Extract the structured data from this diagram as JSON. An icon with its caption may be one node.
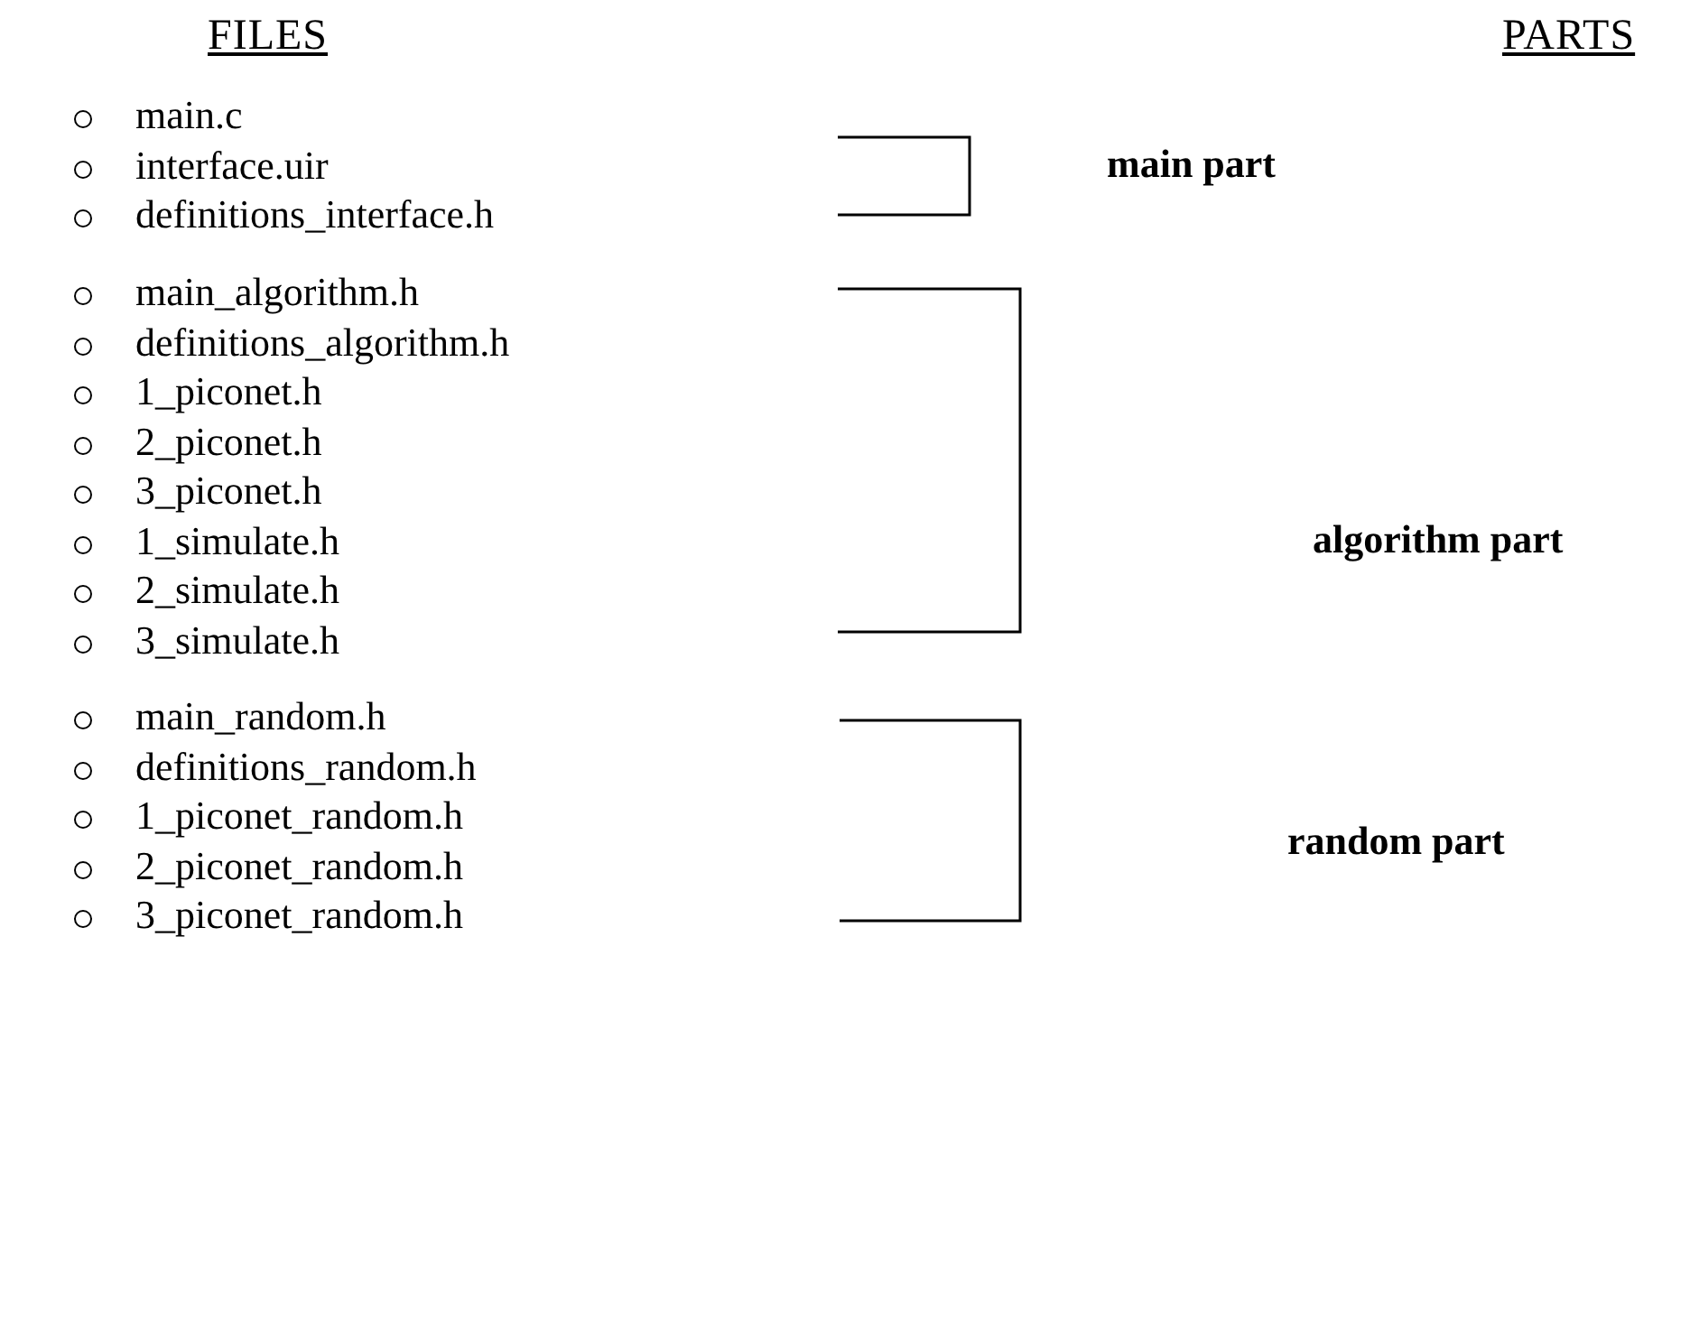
{
  "diagram": {
    "labels": [
      "FILES",
      "PARTS",
      "main.c",
      "interface.uir",
      "definitions_interface.h",
      "main part",
      "main_algorithm.h",
      "definitions_algorithm.h",
      "1_piconet.h",
      "2_piconet.h",
      "3_piconet.h",
      "1_simulate.h",
      "2_simulate.h",
      "3_simulate.h",
      "algorithm part",
      "main_random.h",
      "definitions_random.h",
      "1_piconet_random.h",
      "2_piconet_random.h",
      "3_piconet_random.h",
      "random part"
    ]
  }
}
